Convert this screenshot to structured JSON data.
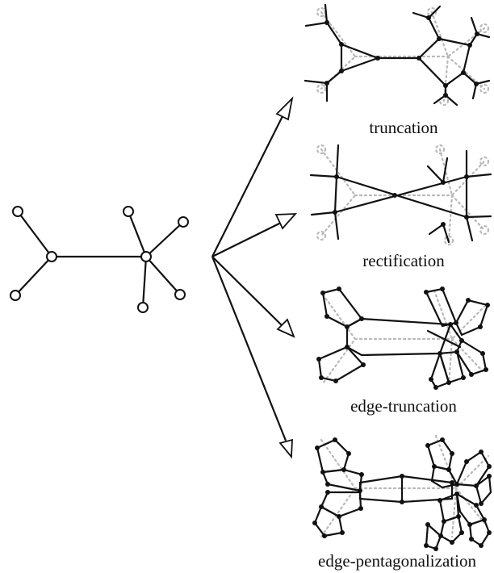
{
  "operations": [
    {
      "label": "truncation"
    },
    {
      "label": "rectification"
    },
    {
      "label": "edge-truncation"
    },
    {
      "label": "edge-pentagonalization"
    }
  ],
  "colors": {
    "edge": "#111111",
    "ghost_edge": "#b8b8b8",
    "open_node_fill": "#ffffff"
  }
}
